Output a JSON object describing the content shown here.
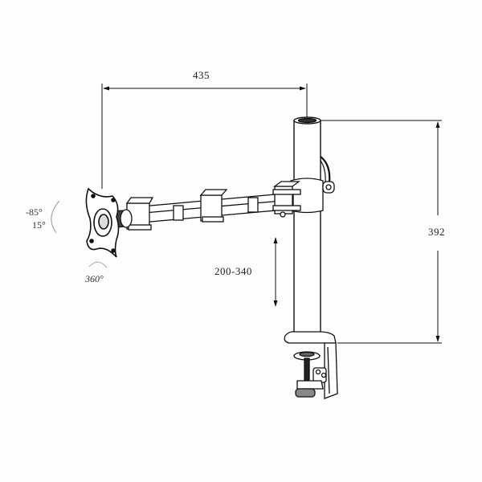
{
  "diagram": {
    "subject": "Single monitor desk mount arm with pole and C-clamp",
    "dimensions": {
      "arm_reach": "435",
      "pole_height": "392",
      "height_adjust": "200-340"
    },
    "angles": {
      "tilt_up": "-85°",
      "tilt_down": "15°",
      "rotation": "360°"
    },
    "colors": {
      "line": "#111111",
      "background": "#fdfdfd"
    }
  }
}
